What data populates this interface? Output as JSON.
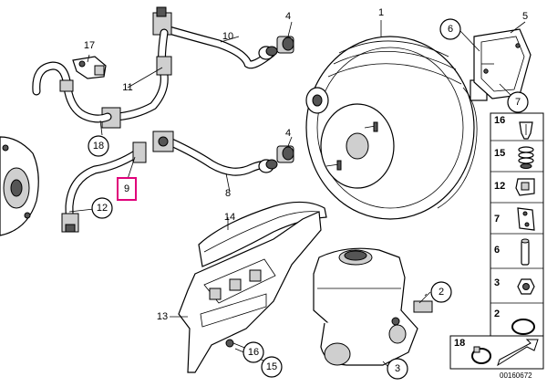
{
  "diagram": {
    "reference_code": "00160672",
    "highlight_color": "#e0007a",
    "highlighted_label": "9",
    "callouts": [
      {
        "id": "c1",
        "label": "1"
      },
      {
        "id": "c2",
        "label": "2"
      },
      {
        "id": "c3",
        "label": "3"
      },
      {
        "id": "c4a",
        "label": "4"
      },
      {
        "id": "c4b",
        "label": "4"
      },
      {
        "id": "c5",
        "label": "5"
      },
      {
        "id": "c6",
        "label": "6"
      },
      {
        "id": "c7",
        "label": "7"
      },
      {
        "id": "c8",
        "label": "8"
      },
      {
        "id": "c9",
        "label": "9"
      },
      {
        "id": "c10",
        "label": "10"
      },
      {
        "id": "c11",
        "label": "11"
      },
      {
        "id": "c12",
        "label": "12"
      },
      {
        "id": "c13",
        "label": "13"
      },
      {
        "id": "c14",
        "label": "14"
      },
      {
        "id": "c15",
        "label": "15"
      },
      {
        "id": "c16",
        "label": "16"
      },
      {
        "id": "c17",
        "label": "17"
      },
      {
        "id": "c18",
        "label": "18"
      }
    ],
    "side_panel": [
      {
        "label": "16",
        "icon": "clip-icon"
      },
      {
        "label": "15",
        "icon": "spring-nut-icon"
      },
      {
        "label": "12",
        "icon": "bracket-clip-icon"
      },
      {
        "label": "7",
        "icon": "retainer-plate-icon"
      },
      {
        "label": "6",
        "icon": "pin-icon"
      },
      {
        "label": "3",
        "icon": "hex-nut-icon"
      },
      {
        "label": "2",
        "icon": "o-ring-icon"
      }
    ],
    "bottom_panel": {
      "label": "18",
      "icon": "hose-clamp-icon"
    }
  }
}
